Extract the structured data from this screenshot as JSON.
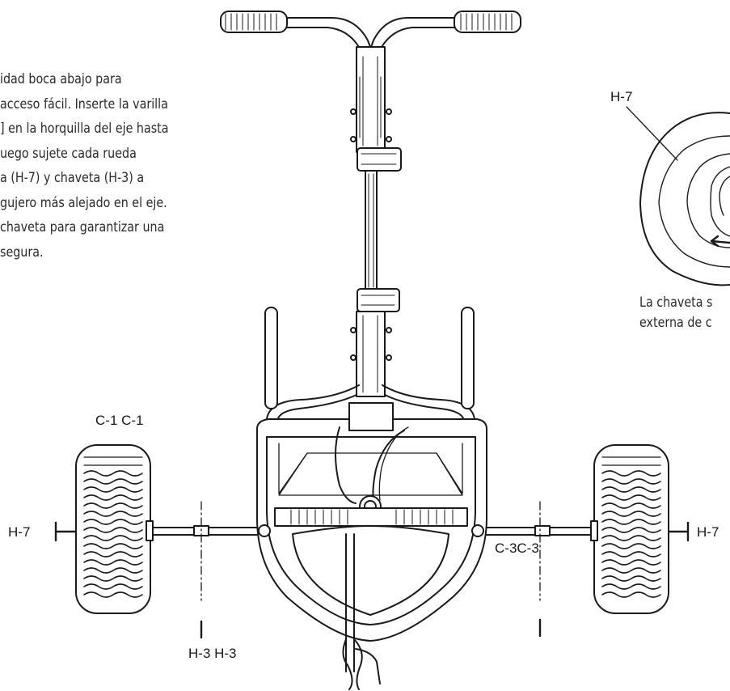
{
  "instructions": {
    "lines": [
      "idad boca abajo para",
      "acceso fácil. Inserte la varilla",
      "] en la horquilla del eje hasta",
      "uego sujete cada rueda",
      "a (H-7) y chaveta (H-3) a",
      "gujero más alejado en el eje.",
      "chaveta para garantizar una",
      "segura."
    ]
  },
  "labels": {
    "c1": "C-1 C-1",
    "h7_left": "H-7",
    "h7_right": "H-7",
    "h3": "H-3 H-3",
    "c3": "C-3C-3",
    "h7_detail": "H-7"
  },
  "detail_caption": {
    "lines": [
      "La chaveta s",
      "externa de c"
    ]
  }
}
